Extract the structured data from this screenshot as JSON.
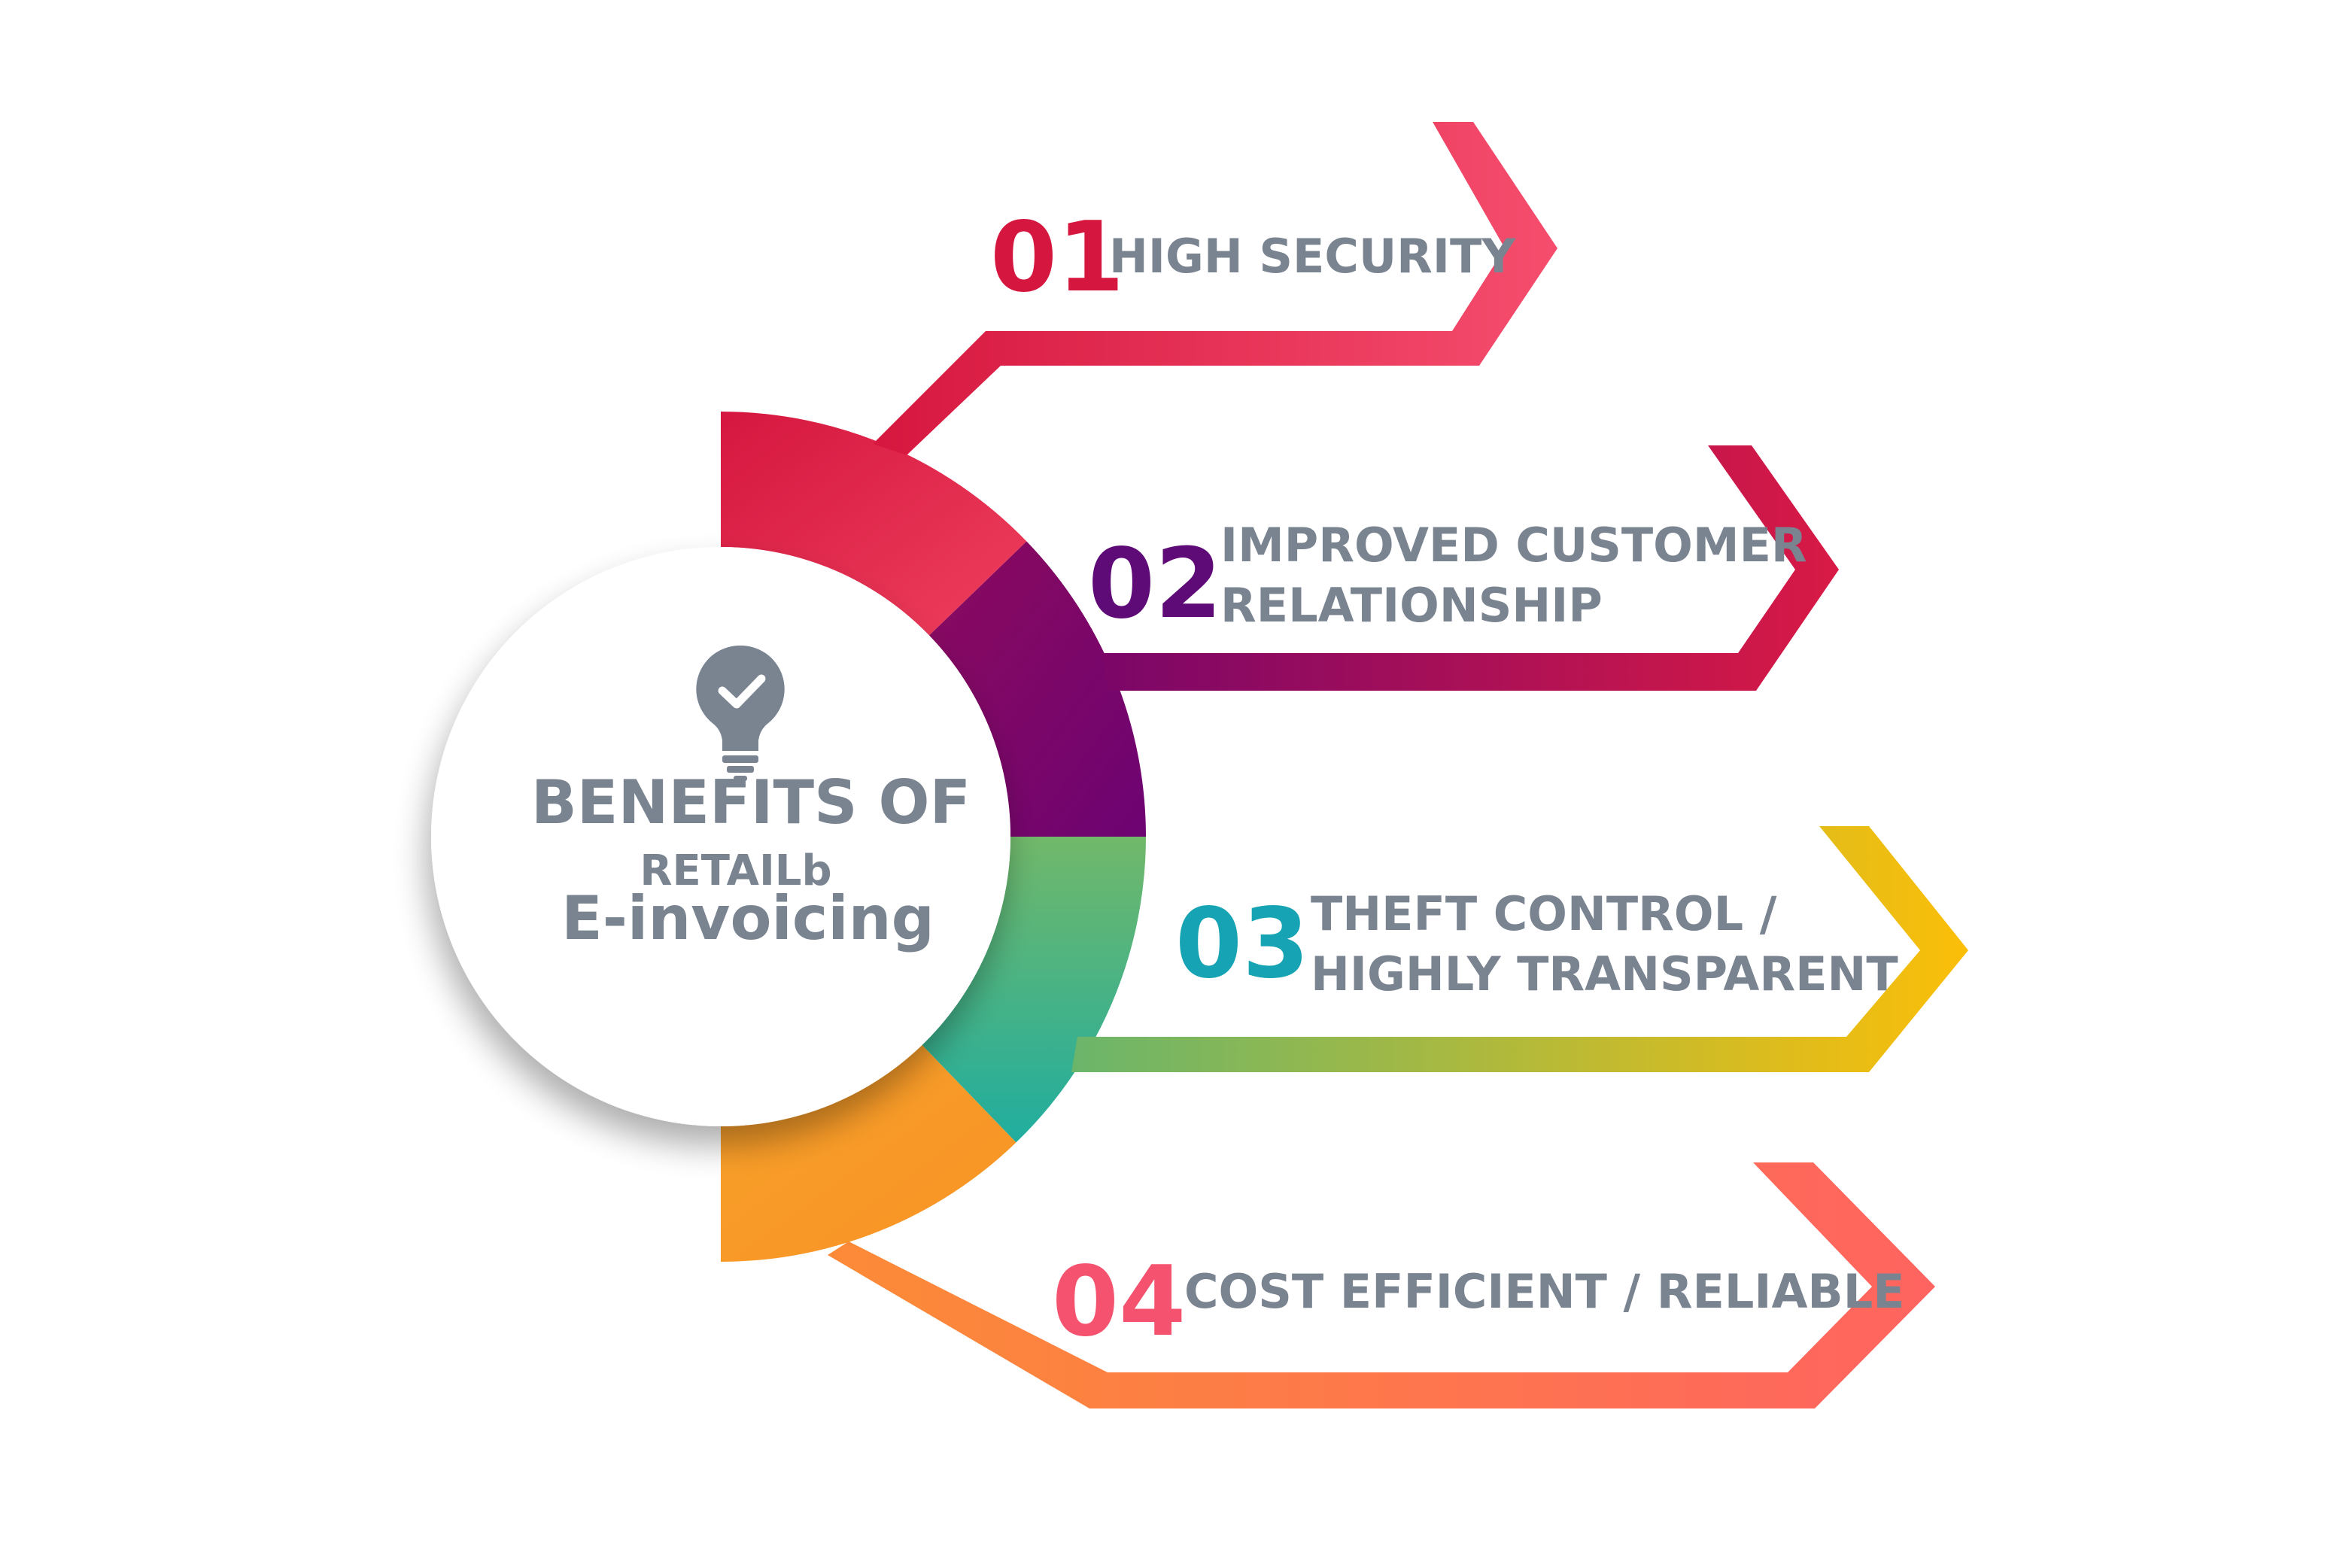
{
  "center": {
    "title": "BENEFITS OF",
    "logo": "RETAILb",
    "subtitle": "E-invoicing",
    "icon": "lightbulb-check-icon"
  },
  "benefits": [
    {
      "number": "01",
      "lines": [
        "HIGH SECURITY"
      ],
      "number_color": "#d5173f"
    },
    {
      "number": "02",
      "lines": [
        "IMPROVED CUSTOMER",
        "RELATIONSHIP"
      ],
      "number_color": "#5e0a77"
    },
    {
      "number": "03",
      "lines": [
        "THEFT CONTROL /",
        "HIGHLY TRANSPARENT"
      ],
      "number_color": "#16a3b3"
    },
    {
      "number": "04",
      "lines": [
        "COST EFFICIENT / RELIABLE"
      ],
      "number_color": "#f4526e"
    }
  ],
  "colors": {
    "red": "#e0294f",
    "purple": "#7b0668",
    "green": "#6ab56b",
    "teal": "#2bb29d",
    "orange": "#f8a02a",
    "yellow": "#fcc20a",
    "coral": "#ff6f5e",
    "text_gray": "#7a8491"
  }
}
